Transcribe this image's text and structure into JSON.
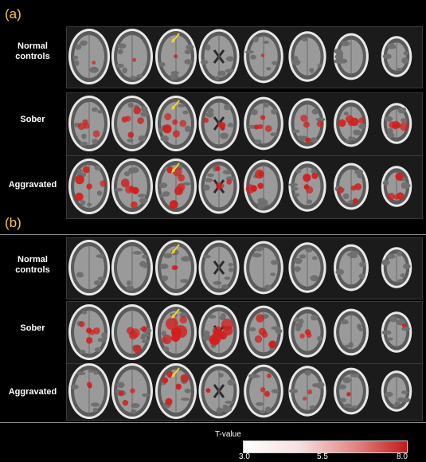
{
  "panels": [
    {
      "label": "(a)",
      "rows": [
        {
          "label_lines": [
            "Normal",
            "controls"
          ],
          "activation": [
            0.05,
            0.1,
            0.1,
            0.0,
            0.05,
            0.0,
            0.0,
            0.0
          ]
        },
        {
          "label_lines": [
            "Sober"
          ],
          "activation": [
            0.35,
            0.5,
            0.45,
            0.4,
            0.35,
            0.35,
            0.45,
            0.45
          ]
        },
        {
          "label_lines": [
            "Aggravated"
          ],
          "activation": [
            0.5,
            0.5,
            0.55,
            0.4,
            0.5,
            0.4,
            0.35,
            0.4
          ]
        }
      ]
    },
    {
      "label": "(b)",
      "rows": [
        {
          "label_lines": [
            "Normal",
            "controls"
          ],
          "activation": [
            0.0,
            0.0,
            0.15,
            0.0,
            0.0,
            0.0,
            0.0,
            0.0
          ]
        },
        {
          "label_lines": [
            "Sober"
          ],
          "activation": [
            0.5,
            0.5,
            0.8,
            0.8,
            0.45,
            0.25,
            0.0,
            0.1
          ]
        },
        {
          "label_lines": [
            "Aggravated"
          ],
          "activation": [
            0.2,
            0.25,
            0.5,
            0.2,
            0.25,
            0.15,
            0.1,
            0.0
          ]
        }
      ]
    }
  ],
  "colorbar": {
    "title": "T-value",
    "min_label": "3.0",
    "mid_label": "5.5",
    "max_label": "8.0",
    "colors": [
      "#ffffff",
      "#c21a1a"
    ]
  },
  "colors": {
    "activation": "#d21f1f",
    "arrow": "#f2d22c",
    "panel_label": "#f2c94c"
  }
}
